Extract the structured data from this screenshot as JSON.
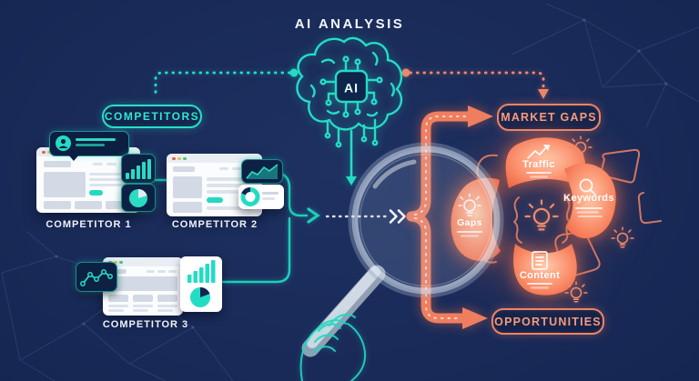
{
  "title": "AI ANALYSIS",
  "brain": {
    "chip_label": "AI",
    "icon": "ai-brain-circuit-icon"
  },
  "badges": {
    "competitors": "COMPETITORS",
    "market_gaps": "MARKET GAPS",
    "opportunities": "OPPORTUNITIES"
  },
  "competitors": {
    "items": [
      {
        "label": "COMPETITOR 1",
        "overlays": [
          "user-comment-bubble-icon",
          "bar-chart-icon",
          "pie-chart-icon"
        ]
      },
      {
        "label": "COMPETITOR 2",
        "overlays": [
          "area-chart-icon",
          "donut-chart-icon"
        ]
      },
      {
        "label": "COMPETITOR 3",
        "overlays": [
          "line-chart-icon",
          "bar-and-pie-stats-icon"
        ]
      }
    ]
  },
  "analysis": {
    "hub_icon": "lightbulb-icon",
    "wedges": [
      {
        "label": "Traffic",
        "icon": "trend-up-arrow-icon"
      },
      {
        "label": "Keywords",
        "icon": "magnifier-icon"
      },
      {
        "label": "Content",
        "icon": "document-icon"
      },
      {
        "label": "Gaps",
        "icon": "lightbulb-icon"
      }
    ]
  },
  "tools": {
    "magnifier": "magnifying-glass-icon",
    "hand": "hand-outline-icon"
  },
  "colors": {
    "background": "#172754",
    "teal": "#23dcc6",
    "orange": "#ef7e61",
    "white": "#ffffff",
    "window_grey": "#d3dae5"
  }
}
